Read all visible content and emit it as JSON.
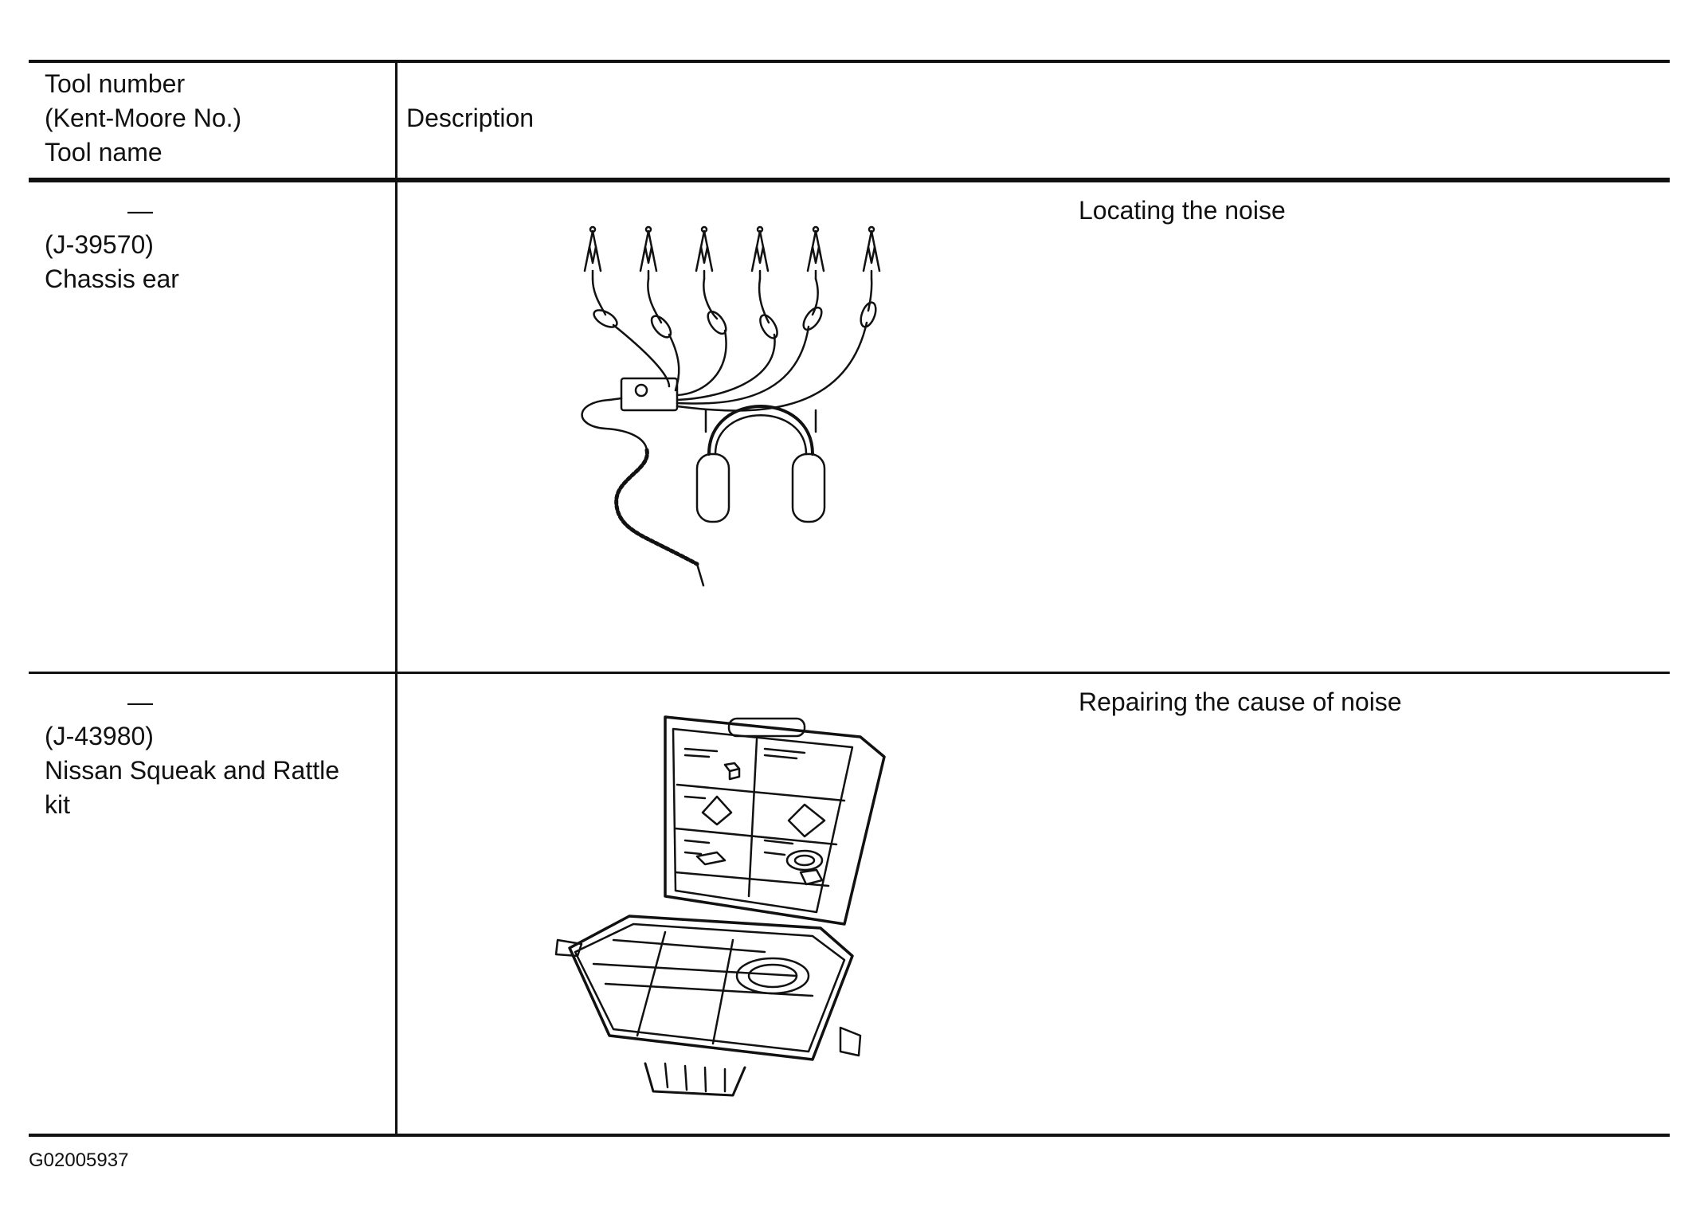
{
  "table": {
    "header": {
      "tool_col": [
        "Tool number",
        "(Kent-Moore No.)",
        "Tool name"
      ],
      "desc_col": "Description"
    },
    "rows": [
      {
        "tool_number": "—",
        "kent_moore_no": "(J-39570)",
        "tool_name": [
          "Chassis ear"
        ],
        "description": "Locating the noise",
        "illustration": "chassis-ear-illustration"
      },
      {
        "tool_number": "—",
        "kent_moore_no": "(J-43980)",
        "tool_name": [
          "Nissan Squeak and Rattle",
          "kit"
        ],
        "description": "Repairing the cause of noise",
        "illustration": "squeak-rattle-kit-illustration"
      }
    ]
  },
  "figure_code": "G02005937"
}
